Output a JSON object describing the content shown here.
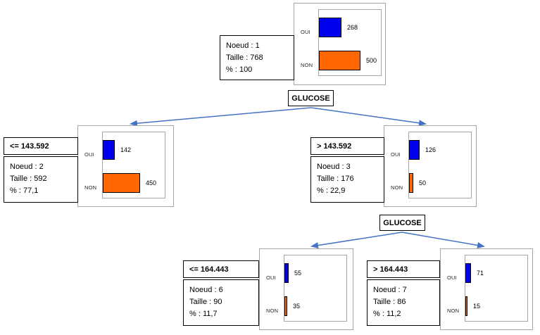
{
  "labels": {
    "oui": "OUI",
    "non": "NON"
  },
  "colors": {
    "oui_bar": "#0000f0",
    "non_bar": "#ff6600",
    "arrow": "#4472c4"
  },
  "splits": [
    {
      "variable": "GLUCOSE"
    },
    {
      "variable": "GLUCOSE"
    }
  ],
  "nodes": [
    {
      "condition": "",
      "info": [
        "Noeud : 1",
        "Taille : 768",
        "% : 100"
      ],
      "oui": 268,
      "non": 500
    },
    {
      "condition": "<= 143.592",
      "info": [
        "Noeud : 2",
        "Taille : 592",
        "% : 77,1"
      ],
      "oui": 142,
      "non": 450
    },
    {
      "condition": "> 143.592",
      "info": [
        "Noeud : 3",
        "Taille : 176",
        "% : 22,9"
      ],
      "oui": 126,
      "non": 50
    },
    {
      "condition": "<= 164.443",
      "info": [
        "Noeud : 6",
        "Taille : 90",
        "% : 11,7"
      ],
      "oui": 55,
      "non": 35
    },
    {
      "condition": "> 164.443",
      "info": [
        "Noeud : 7",
        "Taille : 86",
        "% : 11,2"
      ],
      "oui": 71,
      "non": 15
    }
  ],
  "tree_data": {
    "type": "decision-tree",
    "split_variable": "GLUCOSE",
    "thresholds": [
      143.592,
      164.443
    ],
    "classes": [
      "OUI",
      "NON"
    ]
  }
}
